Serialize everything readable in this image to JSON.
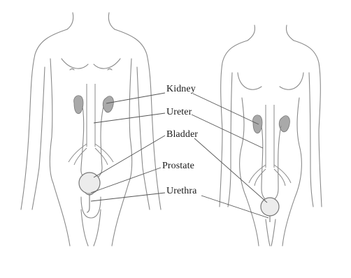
{
  "diagram": {
    "labels": {
      "kidney": "Kidney",
      "ureter": "Ureter",
      "bladder": "Bladder",
      "prostate": "Prostate",
      "urethra": "Urethra"
    },
    "colors": {
      "outline": "#8a8a8a",
      "organ_fill": "#a9a9a9",
      "bladder_fill": "#ececec",
      "leader": "#555555"
    }
  }
}
